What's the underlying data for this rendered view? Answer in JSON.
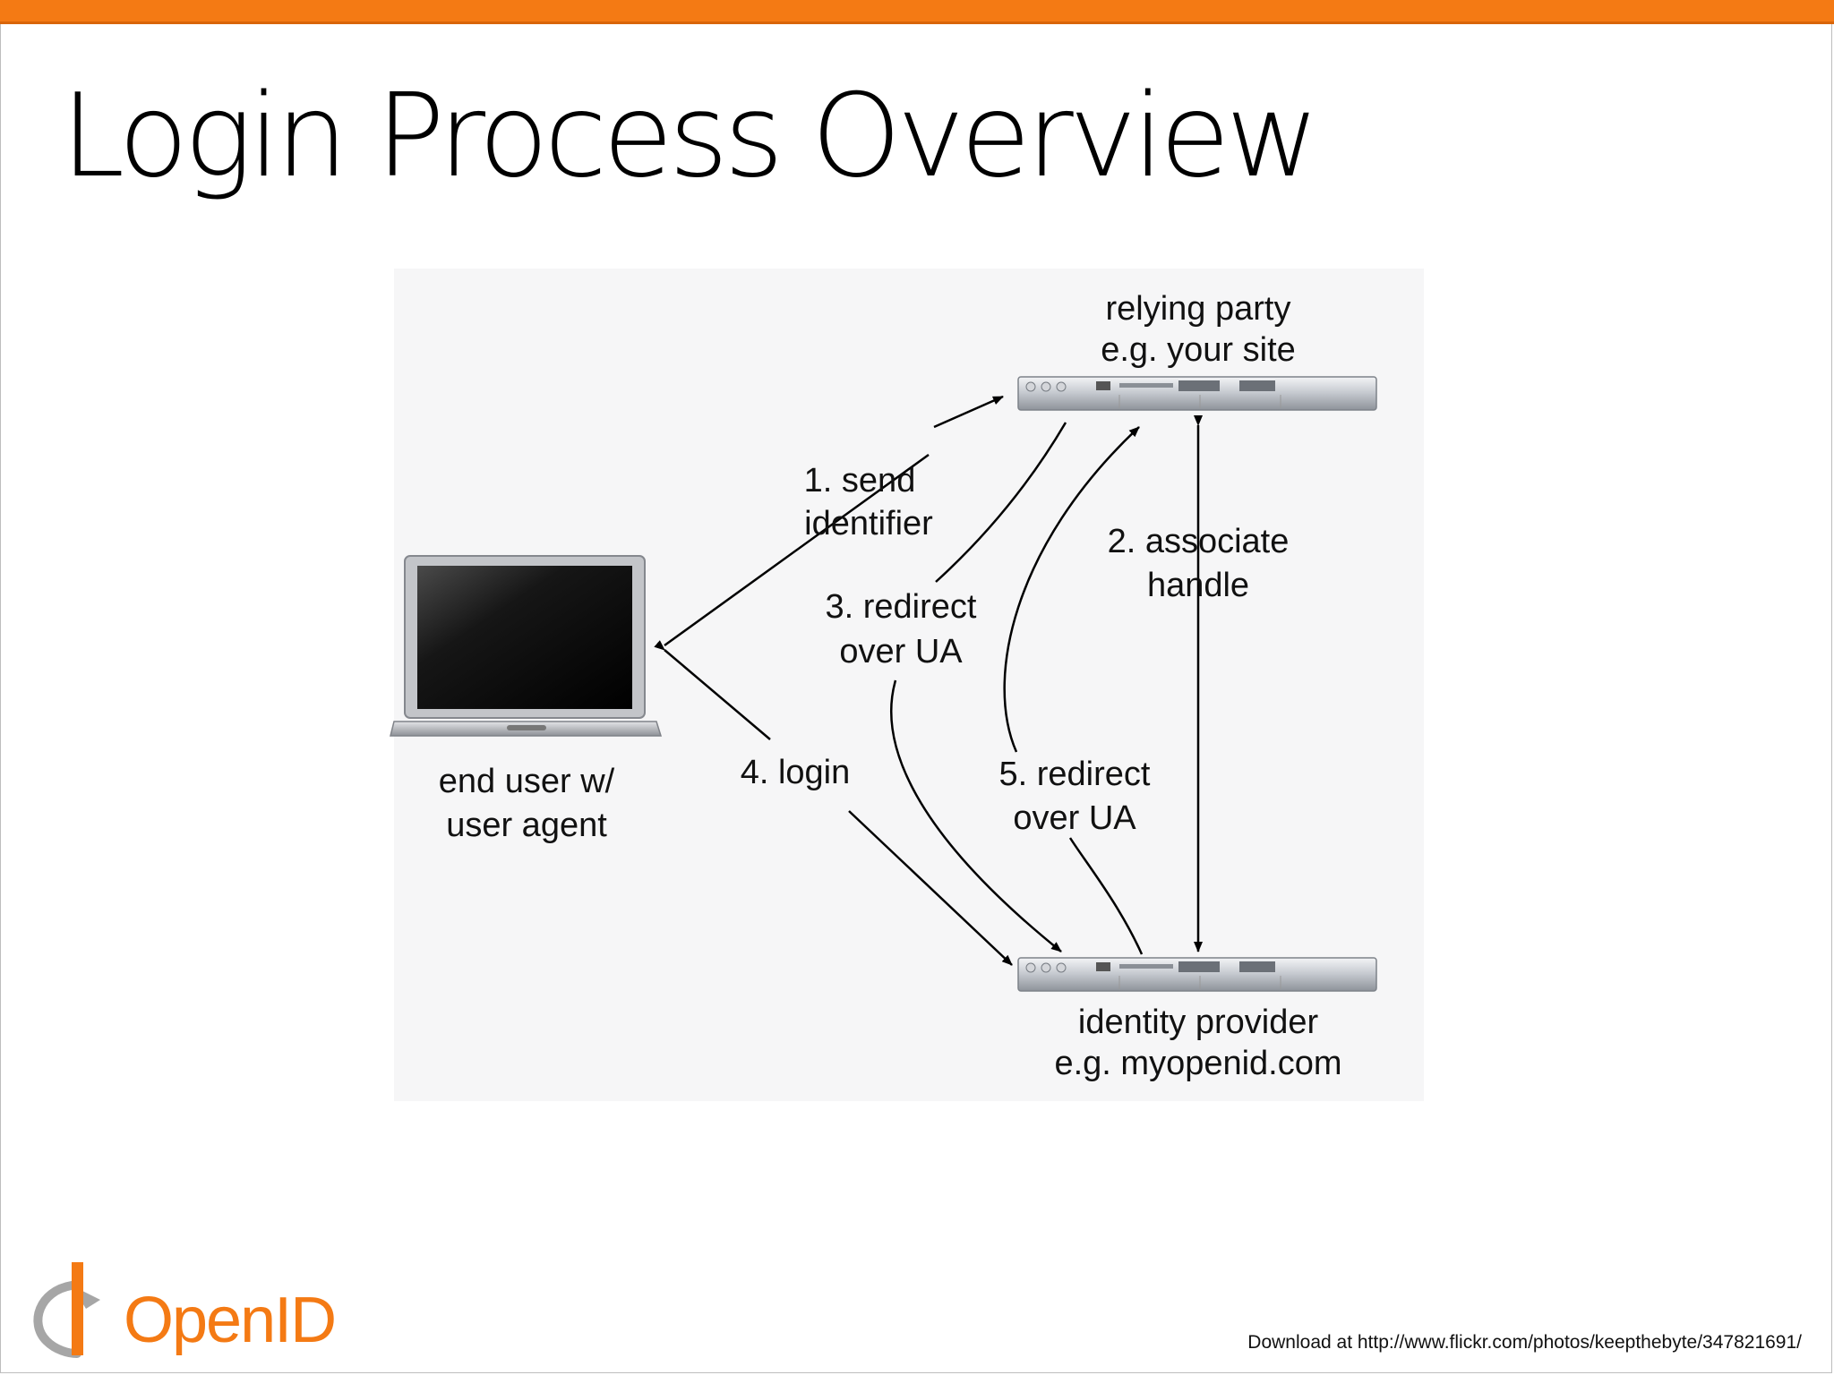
{
  "slide": {
    "title": "Login Process Overview",
    "accent_color": "#f47a14",
    "footer": "Download at http://www.flickr.com/photos/keepthebyte/347821691/"
  },
  "logo": {
    "text": "OpenID",
    "icon": "openid-logo-icon"
  },
  "nodes": {
    "relying_party": {
      "line1": "relying party",
      "line2": "e.g. your site",
      "icon": "server-icon"
    },
    "identity_provider": {
      "line1": "identity provider",
      "line2": "e.g. myopenid.com",
      "icon": "server-icon"
    },
    "end_user": {
      "line1": "end user w/",
      "line2": "user agent",
      "icon": "laptop-icon"
    }
  },
  "steps": {
    "send_identifier": {
      "line1": "1. send",
      "line2": "identifier"
    },
    "associate_handle": {
      "line1": "2. associate",
      "line2": "handle"
    },
    "redirect_3": {
      "line1": "3. redirect",
      "line2": "over UA"
    },
    "login": {
      "line1": "4. login"
    },
    "redirect_5": {
      "line1": "5. redirect",
      "line2": "over UA"
    }
  }
}
